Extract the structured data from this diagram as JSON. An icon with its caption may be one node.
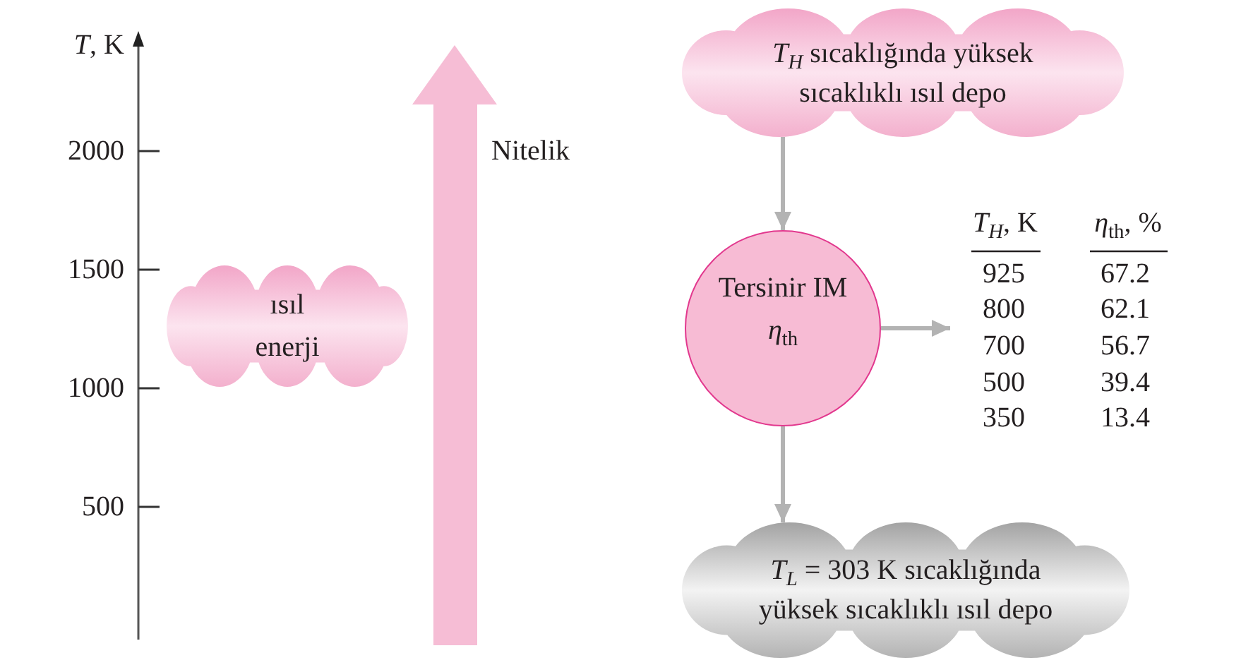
{
  "diagram": {
    "nodes": [
      {
        "text": [
          "ısıl enerji"
        ]
      },
      {
        "text": [
          "*T*$_{H}$ sıcaklığında yüksek sıcaklıklı ısıl depo"
        ]
      },
      {
        "text": [
          "Tersinir IM",
          "*η*$_{th}$"
        ]
      },
      {
        "text": [
          "*T*$_{L}$ = 303 K sıcaklığında yüksek sıcaklıklı ısıl depo"
        ]
      }
    ],
    "edges": [
      {
        "from": 1,
        "to": 2,
        "arrow": "to"
      },
      {
        "from": 2,
        "to": 3,
        "arrow": "to"
      },
      {
        "from": 2,
        "to": null,
        "arrow": "to"
      }
    ],
    "labels": [
      "*T*, K",
      "2000",
      "1500",
      "1000",
      "500",
      "Nitelik",
      "*T*$_{H}$, K",
      "*η*$_{th}$, %",
      "925",
      "67.2",
      "800",
      "62.1",
      "700",
      "56.7",
      "500",
      "39.4",
      "350",
      "13.4"
    ]
  }
}
